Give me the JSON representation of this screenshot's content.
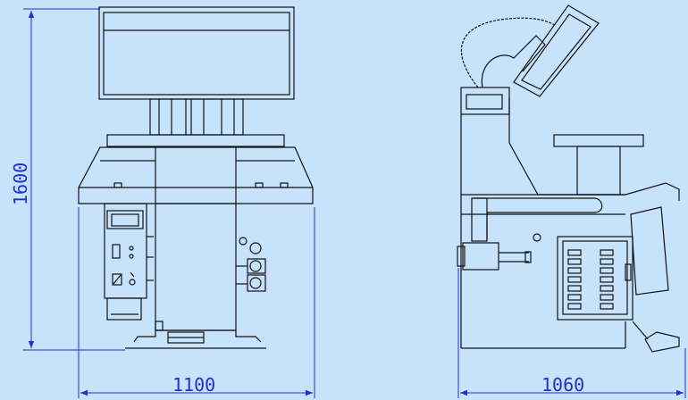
{
  "dimensions": {
    "height": "1600",
    "front_width": "1100",
    "side_width": "1060"
  },
  "colors": {
    "background": "#c7e3fb",
    "dimension": "#1d2fd2",
    "outline": "#111111"
  }
}
